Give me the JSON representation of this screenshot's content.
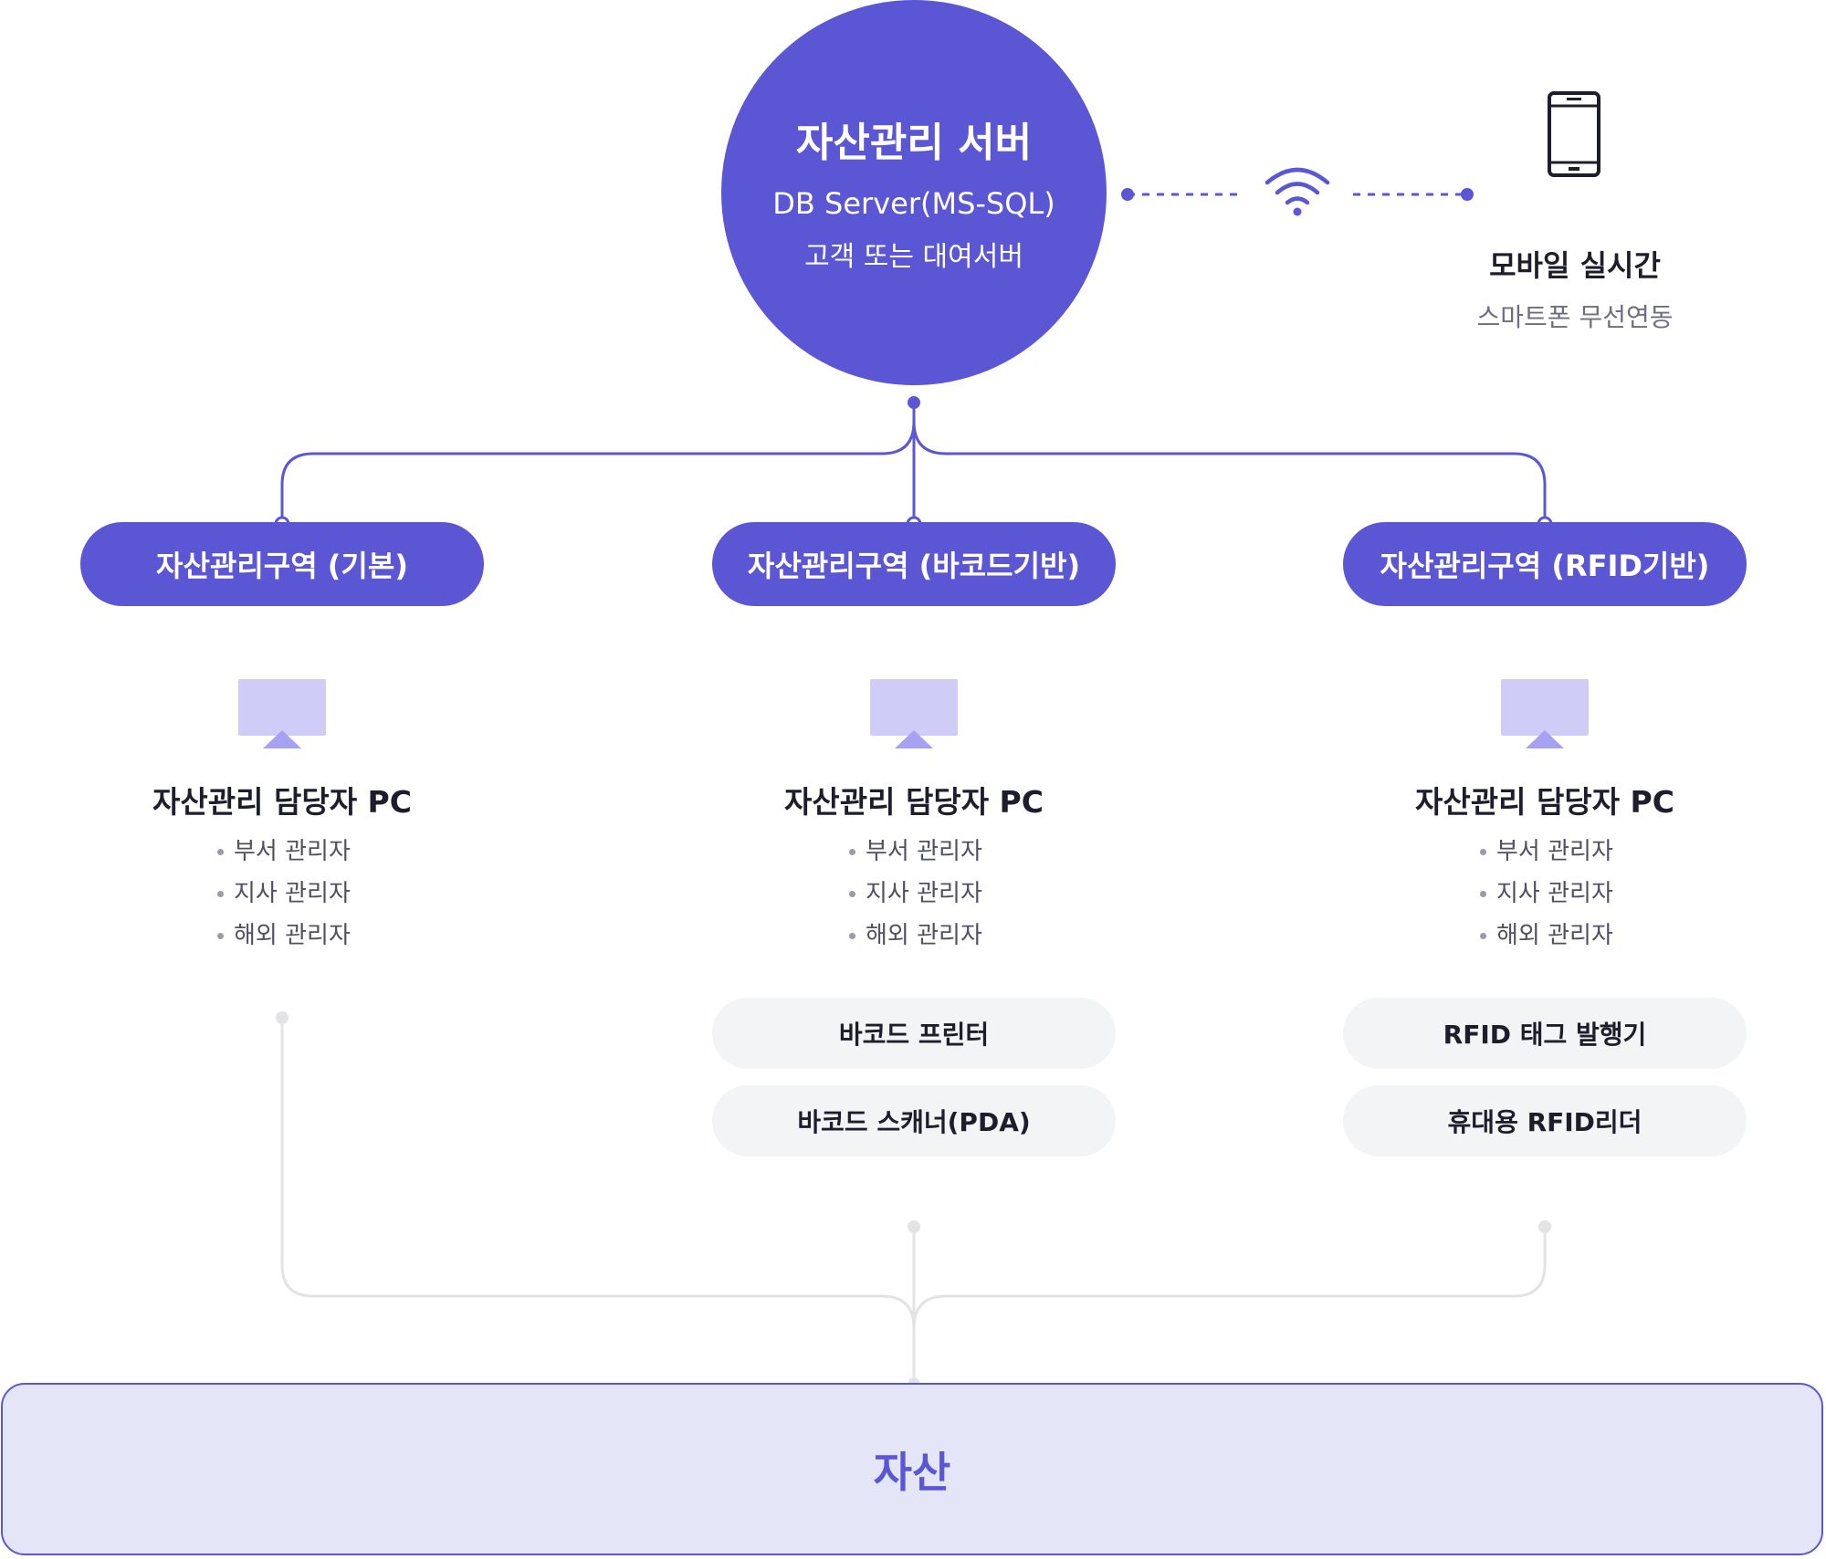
{
  "server": {
    "title": "자산관리 서버",
    "subtitle": "DB Server(MS-SQL)",
    "note": "고객 또는 대여서버"
  },
  "mobile": {
    "title": "모바일 실시간",
    "subtitle": "스마트폰 무선연동",
    "icon": "smartphone-icon",
    "link_icon": "wifi-icon"
  },
  "zones": [
    {
      "label": "자산관리구역 (기본)",
      "pc_title": "자산관리 담당자 PC",
      "roles": [
        "부서 관리자",
        "지사 관리자",
        "해외 관리자"
      ],
      "devices": []
    },
    {
      "label": "자산관리구역 (바코드기반)",
      "pc_title": "자산관리 담당자 PC",
      "roles": [
        "부서 관리자",
        "지사 관리자",
        "해외 관리자"
      ],
      "devices": [
        "바코드 프린터",
        "바코드 스캐너(PDA)"
      ]
    },
    {
      "label": "자산관리구역 (RFID기반)",
      "pc_title": "자산관리 담당자 PC",
      "roles": [
        "부서 관리자",
        "지사 관리자",
        "해외 관리자"
      ],
      "devices": [
        "RFID 태그 발행기",
        "휴대용 RFID리더"
      ]
    }
  ],
  "asset": {
    "label": "자산"
  },
  "colors": {
    "accent": "#5b57d4",
    "monitor": "#cfcdf7",
    "device_bg": "#f3f4f6",
    "asset_bg": "#e4e5f6",
    "connector_gray": "#e3e3e6"
  }
}
